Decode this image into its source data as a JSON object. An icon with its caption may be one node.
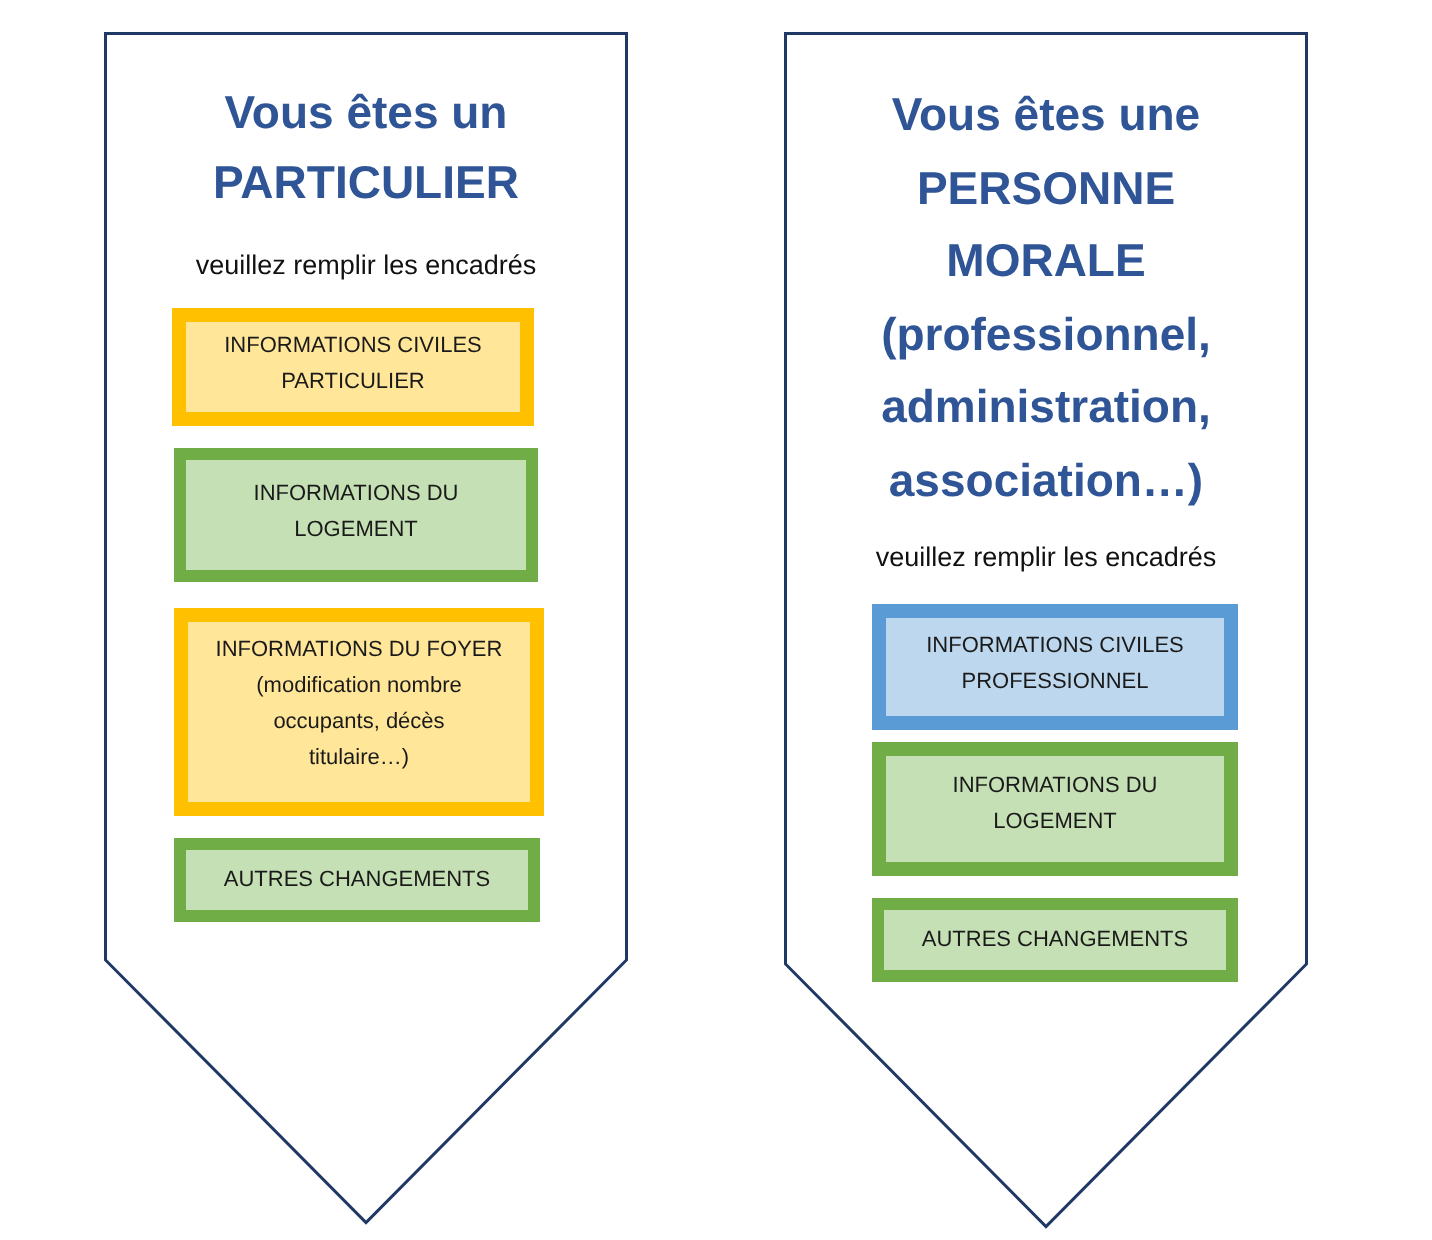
{
  "diagram": {
    "nodes": [
      {
        "text": [
          "Vous êtes un PARTICULIER",
          "veuillez remplir les encadrés"
        ]
      },
      {
        "text": [
          "INFORMATIONS CIVILES PARTICULIER"
        ],
        "in": 0
      },
      {
        "text": [
          "INFORMATIONS DU LOGEMENT"
        ],
        "in": 0
      },
      {
        "text": [
          "INFORMATIONS DU FOYER",
          "(modification nombre occupants, décès titulaire…)"
        ],
        "in": 0
      },
      {
        "text": [
          "AUTRES CHANGEMENTS"
        ],
        "in": 0
      },
      {
        "text": [
          "Vous êtes une PERSONNE MORALE (professionnel, administration, association…)",
          "veuillez remplir les encadrés"
        ]
      },
      {
        "text": [
          "INFORMATIONS CIVILES PROFESSIONNEL"
        ],
        "in": 5
      },
      {
        "text": [
          "INFORMATIONS DU LOGEMENT"
        ],
        "in": 5
      },
      {
        "text": [
          "AUTRES CHANGEMENTS"
        ],
        "in": 5
      }
    ]
  }
}
